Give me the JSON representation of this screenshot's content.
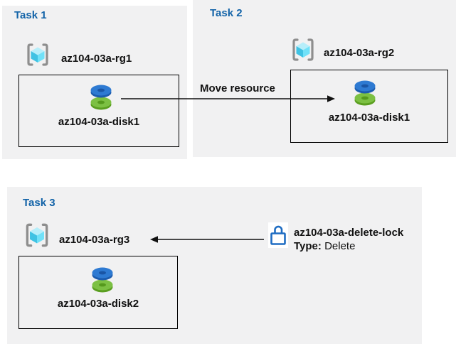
{
  "diagram": {
    "tasks": [
      {
        "title": "Task 1",
        "resource_group": {
          "name": "az104-03a-rg1",
          "icon": "resource-group-icon"
        },
        "resources": [
          {
            "name": "az104-03a-disk1",
            "icon": "disk-icon"
          }
        ]
      },
      {
        "title": "Task 2",
        "resource_group": {
          "name": "az104-03a-rg2",
          "icon": "resource-group-icon"
        },
        "resources": [
          {
            "name": "az104-03a-disk1",
            "icon": "disk-icon"
          }
        ]
      },
      {
        "title": "Task 3",
        "resource_group": {
          "name": "az104-03a-rg3",
          "icon": "resource-group-icon"
        },
        "resources": [
          {
            "name": "az104-03a-disk2",
            "icon": "disk-icon"
          }
        ],
        "lock": {
          "icon": "lock-icon",
          "title": "az104-03a-delete-lock",
          "type_label": "Type:",
          "type_value": "Delete"
        }
      }
    ],
    "arrows": [
      {
        "label": "Move resource",
        "direction": "right",
        "from": "az104-03a-disk1 in az104-03a-rg1",
        "to": "resource box in az104-03a-rg2"
      },
      {
        "label": "",
        "direction": "left",
        "from": "az104-03a-delete-lock",
        "to": "az104-03a-rg3"
      }
    ],
    "colors": {
      "panel_bg": "#f1f1f2",
      "title_blue": "#1263a8",
      "label_black": "#111111",
      "arrow_black": "#111111",
      "disk_blue_top": "#2e7ad2",
      "disk_blue_side": "#1c5cae",
      "disk_green_top": "#7cc043",
      "disk_green_side": "#5a9e20",
      "cube_top": "#b6eefa",
      "cube_left": "#3fc2e3",
      "cube_right": "#70e1f8",
      "bracket_gray": "#8e8e8e",
      "lock_blue": "#1e6cc2"
    }
  }
}
